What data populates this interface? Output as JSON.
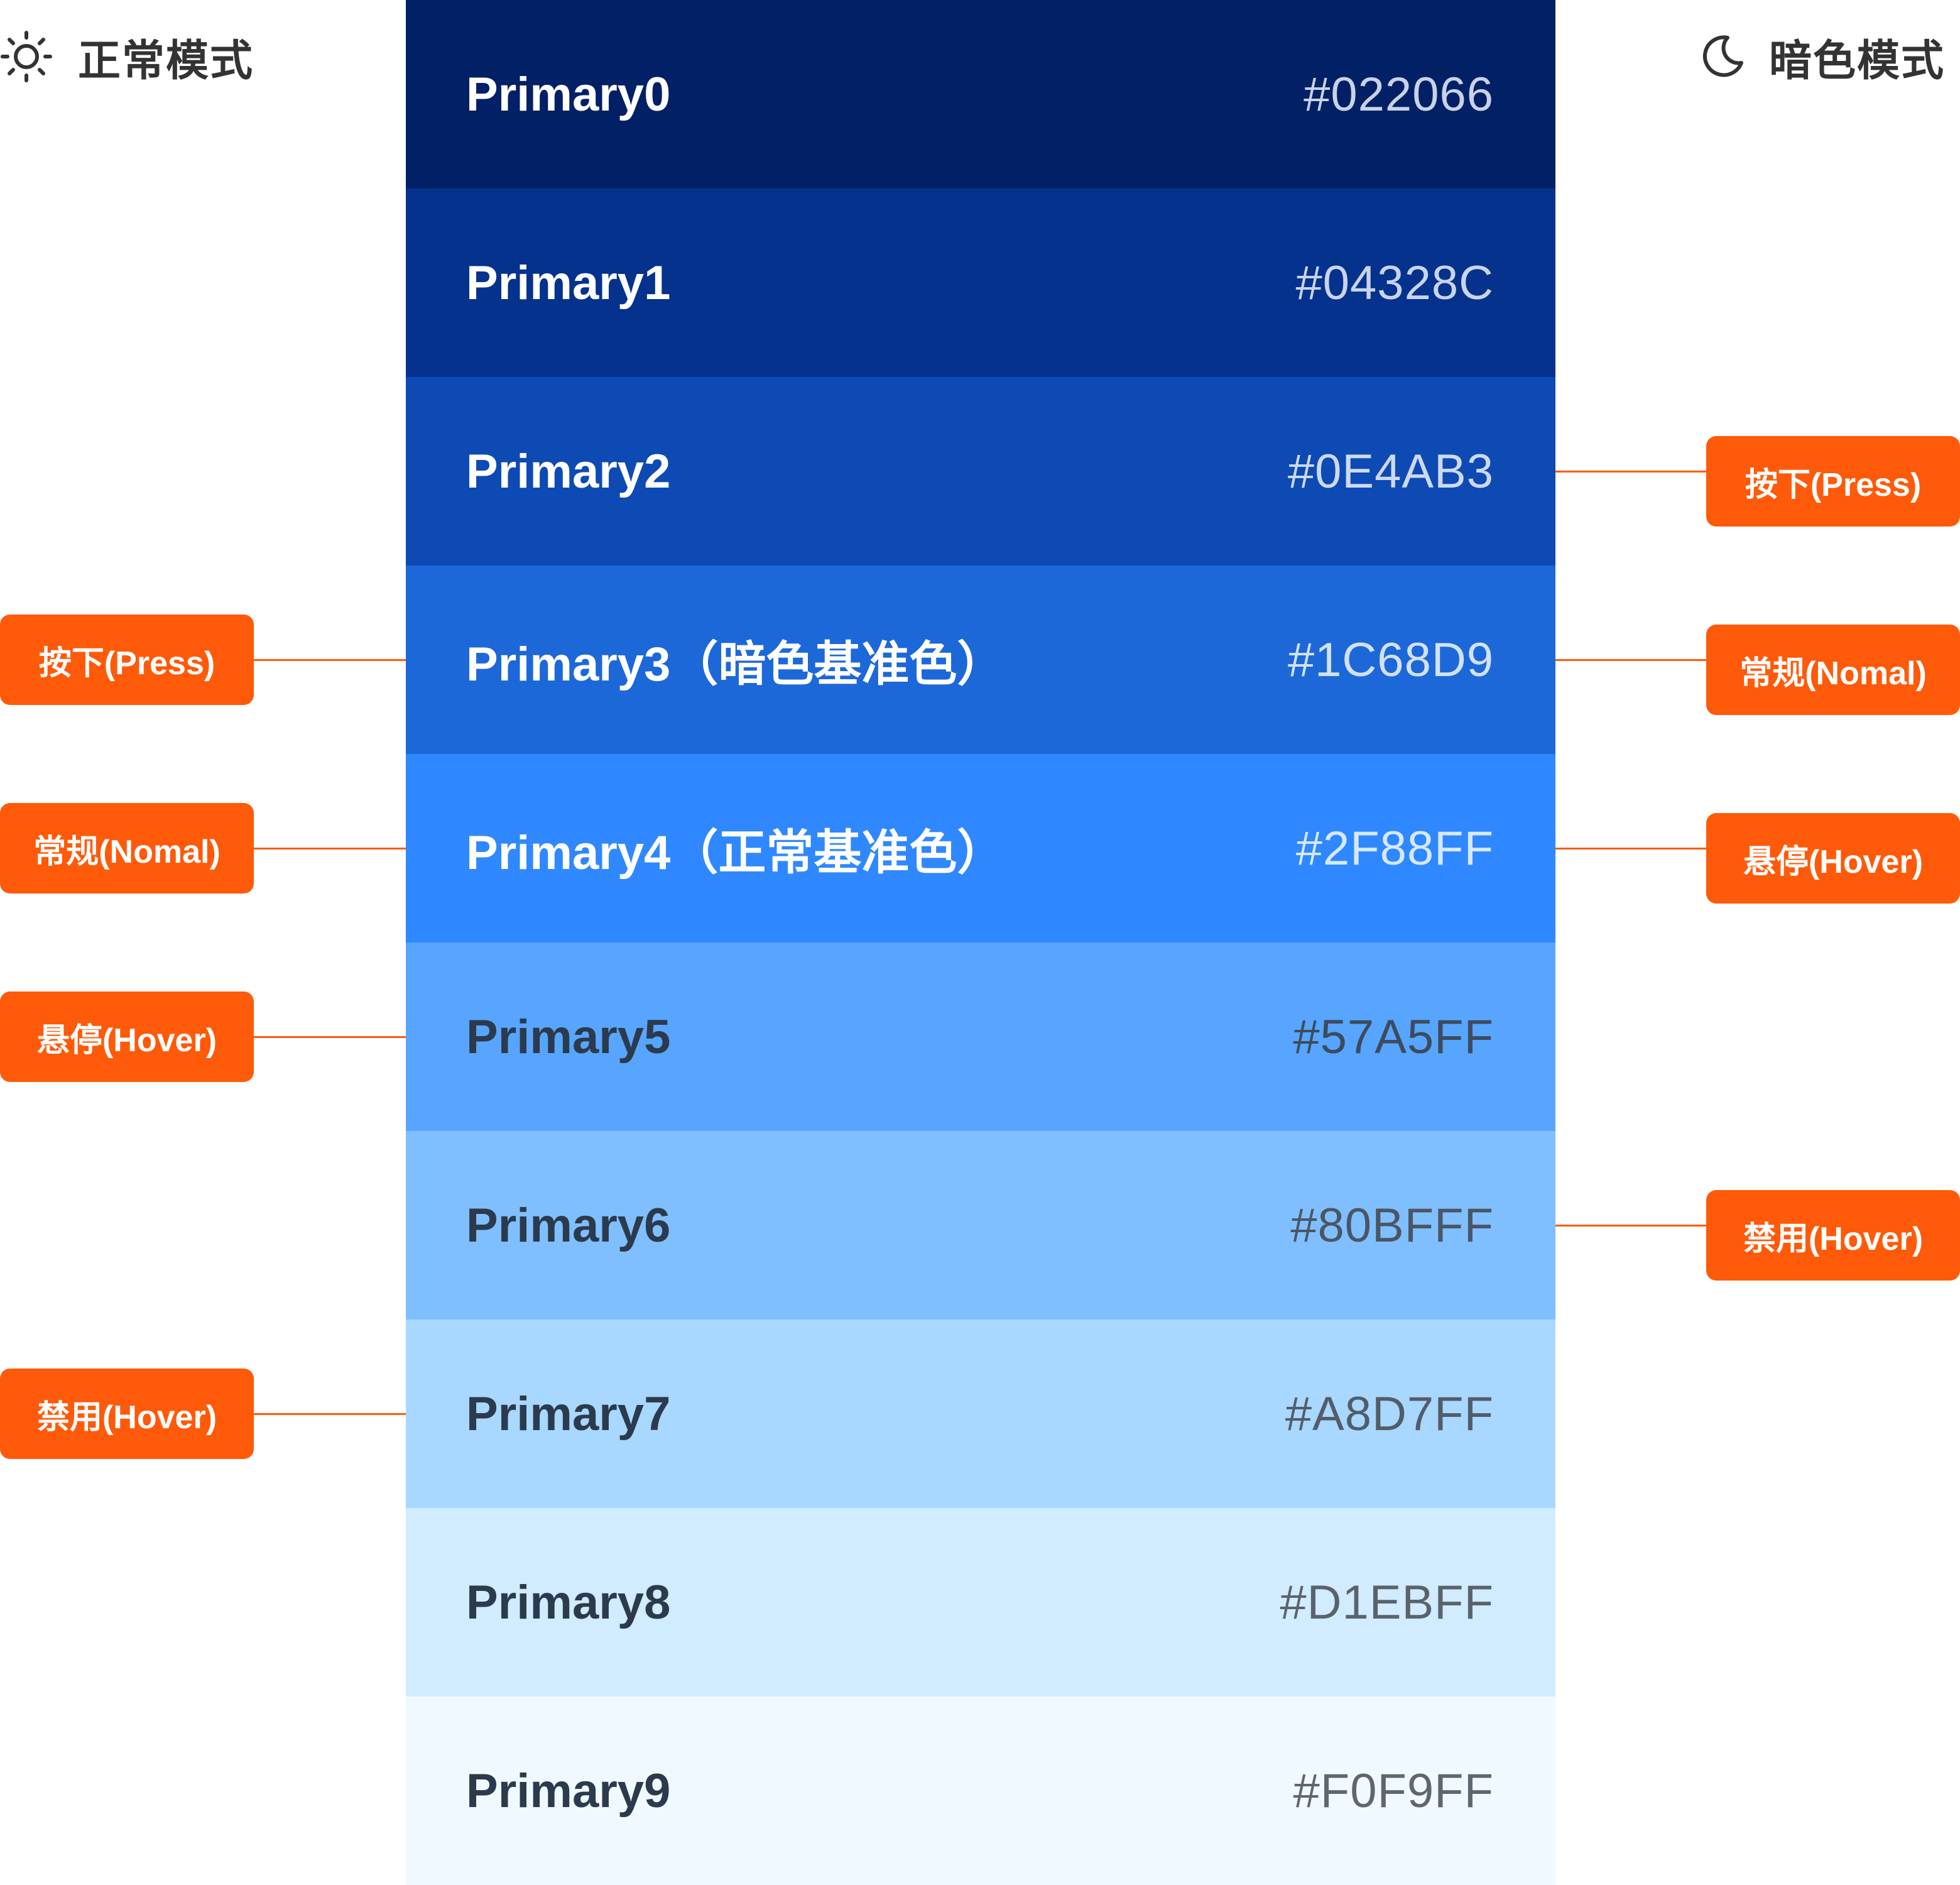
{
  "headers": {
    "light": {
      "title": "正常模式",
      "icon": "sun-icon"
    },
    "dark": {
      "title": "暗色模式",
      "icon": "moon-icon"
    }
  },
  "swatches": [
    {
      "name": "Primary0",
      "hex": "#022066",
      "bg": "#022066",
      "name_color": "#ffffff",
      "hex_color": "#c9d2e6"
    },
    {
      "name": "Primary1",
      "hex": "#04328C",
      "bg": "#04328C",
      "name_color": "#ffffff",
      "hex_color": "#c9d4ea"
    },
    {
      "name": "Primary2",
      "hex": "#0E4AB3",
      "bg": "#0E4AB3",
      "name_color": "#ffffff",
      "hex_color": "#cdd9ef"
    },
    {
      "name": "Primary3（暗色基准色）",
      "hex": "#1C68D9",
      "bg": "#1C68D9",
      "name_color": "#ffffff",
      "hex_color": "#d2e1f6"
    },
    {
      "name": "Primary4（正常基准色）",
      "hex": "#2F88FF",
      "bg": "#2F88FF",
      "name_color": "#ffffff",
      "hex_color": "#d6e8ff"
    },
    {
      "name": "Primary5",
      "hex": "#57A5FF",
      "bg": "#57A5FF",
      "name_color": "#2b3a4d",
      "hex_color": "#3d4b5c"
    },
    {
      "name": "Primary6",
      "hex": "#80BFFF",
      "bg": "#80BFFF",
      "name_color": "#2b3a4d",
      "hex_color": "#4a5666"
    },
    {
      "name": "Primary7",
      "hex": "#A8D7FF",
      "bg": "#A8D7FF",
      "name_color": "#2b3a4d",
      "hex_color": "#525d69"
    },
    {
      "name": "Primary8",
      "hex": "#D1EBFF",
      "bg": "#D1EBFF",
      "name_color": "#2b3a4d",
      "hex_color": "#5a636c"
    },
    {
      "name": "Primary9",
      "hex": "#F0F9FF",
      "bg": "#F0F9FF",
      "name_color": "#2b3a4d",
      "hex_color": "#5f666d"
    }
  ],
  "tags": {
    "left": [
      {
        "label": "按下(Press)",
        "row": 3
      },
      {
        "label": "常规(Nomal)",
        "row": 4
      },
      {
        "label": "悬停(Hover)",
        "row": 5
      },
      {
        "label": "禁用(Hover)",
        "row": 7
      }
    ],
    "right": [
      {
        "label": "按下(Press)",
        "row": 2
      },
      {
        "label": "常规(Nomal)",
        "row": 3
      },
      {
        "label": "悬停(Hover)",
        "row": 4
      },
      {
        "label": "禁用(Hover)",
        "row": 6
      }
    ]
  },
  "colors": {
    "accent": "#ff5a09",
    "header_text": "#333333"
  }
}
